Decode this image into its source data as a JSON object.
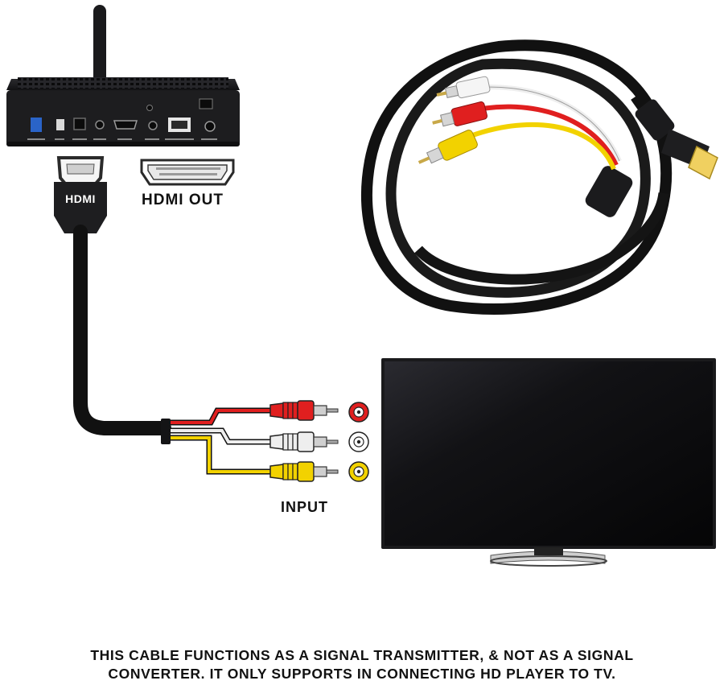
{
  "labels": {
    "hdmi_out": "HDMI OUT",
    "input": "INPUT",
    "plug_logo": "HDMI"
  },
  "caption": {
    "line1": "THIS CABLE FUNCTIONS AS A SIGNAL TRANSMITTER, & NOT AS A SIGNAL",
    "line2": "CONVERTER. IT ONLY SUPPORTS IN CONNECTING HD PLAYER TO TV."
  },
  "colors": {
    "video_yellow": "#f2d200",
    "audio_white": "#eeeeee",
    "audio_red": "#e01f1f",
    "cable_black": "#111111",
    "device_black": "#1d1d1f",
    "tv_screen": "#0c0c0e"
  },
  "icons": {
    "player": "media-player-icon",
    "antenna": "antenna-icon",
    "hdmi_port": "hdmi-port-icon",
    "tv": "tv-icon",
    "cable": "hdmi-rca-cable-icon"
  }
}
